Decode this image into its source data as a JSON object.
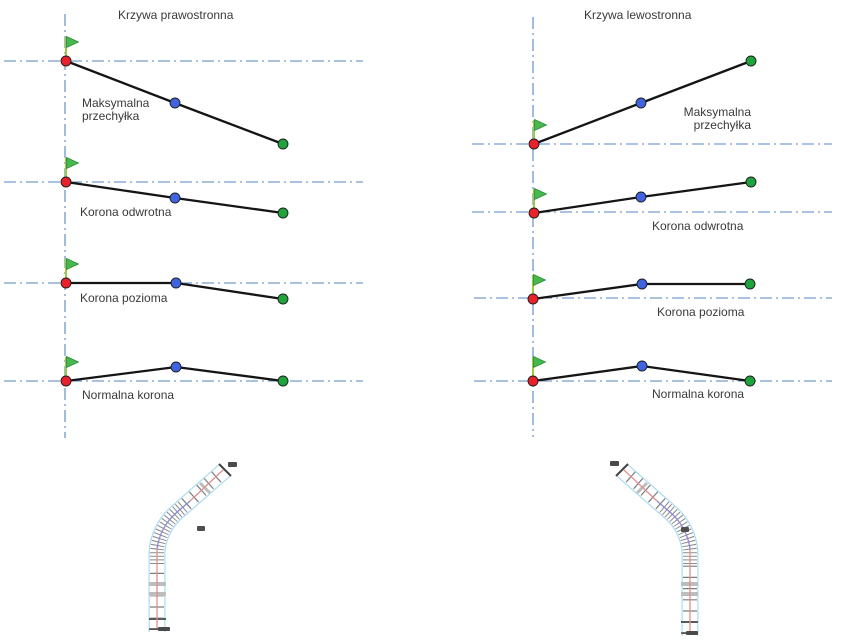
{
  "left_panel": {
    "title": "Krzywa prawostronna",
    "labels": {
      "max_line1": "Maksymalna",
      "max_line2": "przechyłka",
      "korona_odwrotna": "Korona odwrotna",
      "korona_pozioma": "Korona pozioma",
      "normalna_korona": "Normalna korona"
    }
  },
  "right_panel": {
    "title": "Krzywa lewostronna",
    "labels": {
      "max_line1": "Maksymalna",
      "max_line2": "przechyłka",
      "korona_odwrotna": "Korona odwrotna",
      "korona_pozioma": "Korona pozioma",
      "normalna_korona": "Normalna korona"
    }
  },
  "markers": {
    "start_point": "red",
    "mid_point": "blue",
    "end_point": "green",
    "station_flag": "green flag"
  },
  "colors": {
    "dash_dot_line": "#5585c4",
    "profile_line": "#151515",
    "point_red": "#e8212b",
    "point_blue": "#4063e0",
    "point_green": "#1fa33c",
    "flag_pole": "#9ccc3c",
    "flag_pennant": "#46b94e",
    "road_edge": "#aadcf2",
    "road_centerline_tangent": "#e08f8f",
    "road_centerline_curve": "#8888d8",
    "road_tick": "#8a8a8a",
    "text": "#3a3a3a"
  }
}
